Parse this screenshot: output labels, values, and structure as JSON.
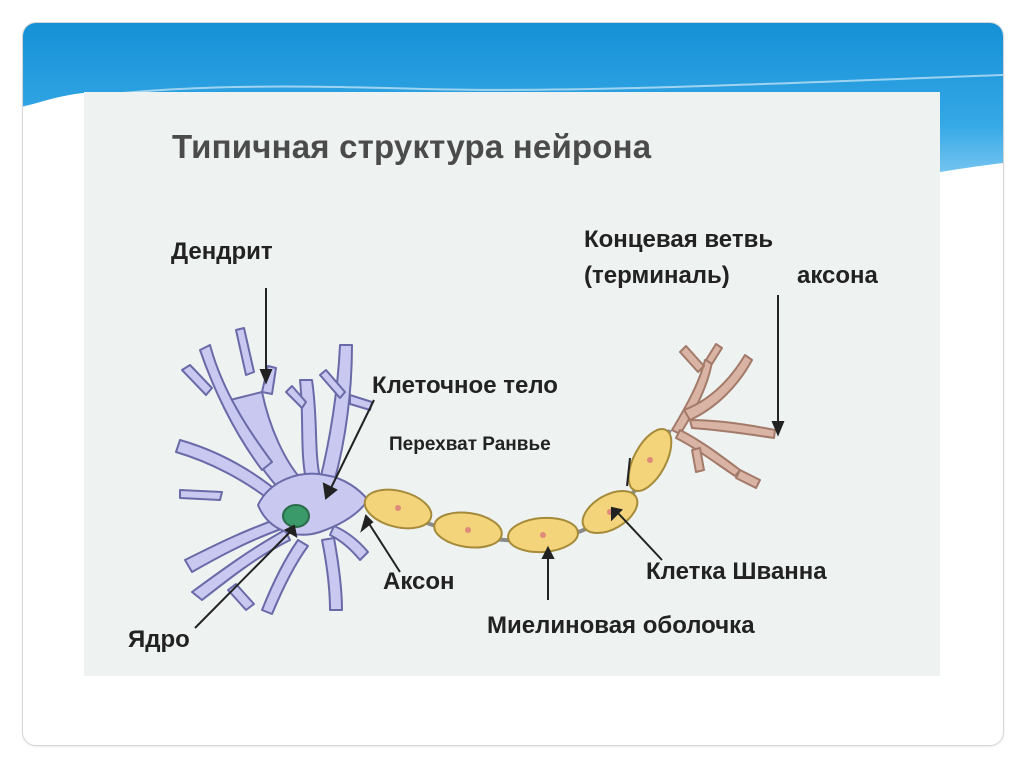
{
  "title": "Типичная структура нейрона",
  "labels": {
    "dendrite": "Дендрит",
    "terminal_line1": "Концевая ветвь",
    "terminal_line2a": "(терминаль)",
    "terminal_line2b": "аксона",
    "cell_body": "Клеточное тело",
    "node_ranvier": "Перехват Ранвье",
    "axon": "Аксон",
    "schwann_cell": "Клетка Шванна",
    "nucleus": "Ядро",
    "myelin": "Миелиновая оболочка"
  },
  "colors": {
    "header_blue": "#1b95d8",
    "neuron_fill": "#c8c8f0",
    "neuron_stroke": "#6a6aa8",
    "nucleus": "#3a9a6a",
    "myelin_fill": "#f3d47a",
    "myelin_stroke": "#a58a3a",
    "terminal_fill": "#d9b3a3"
  }
}
